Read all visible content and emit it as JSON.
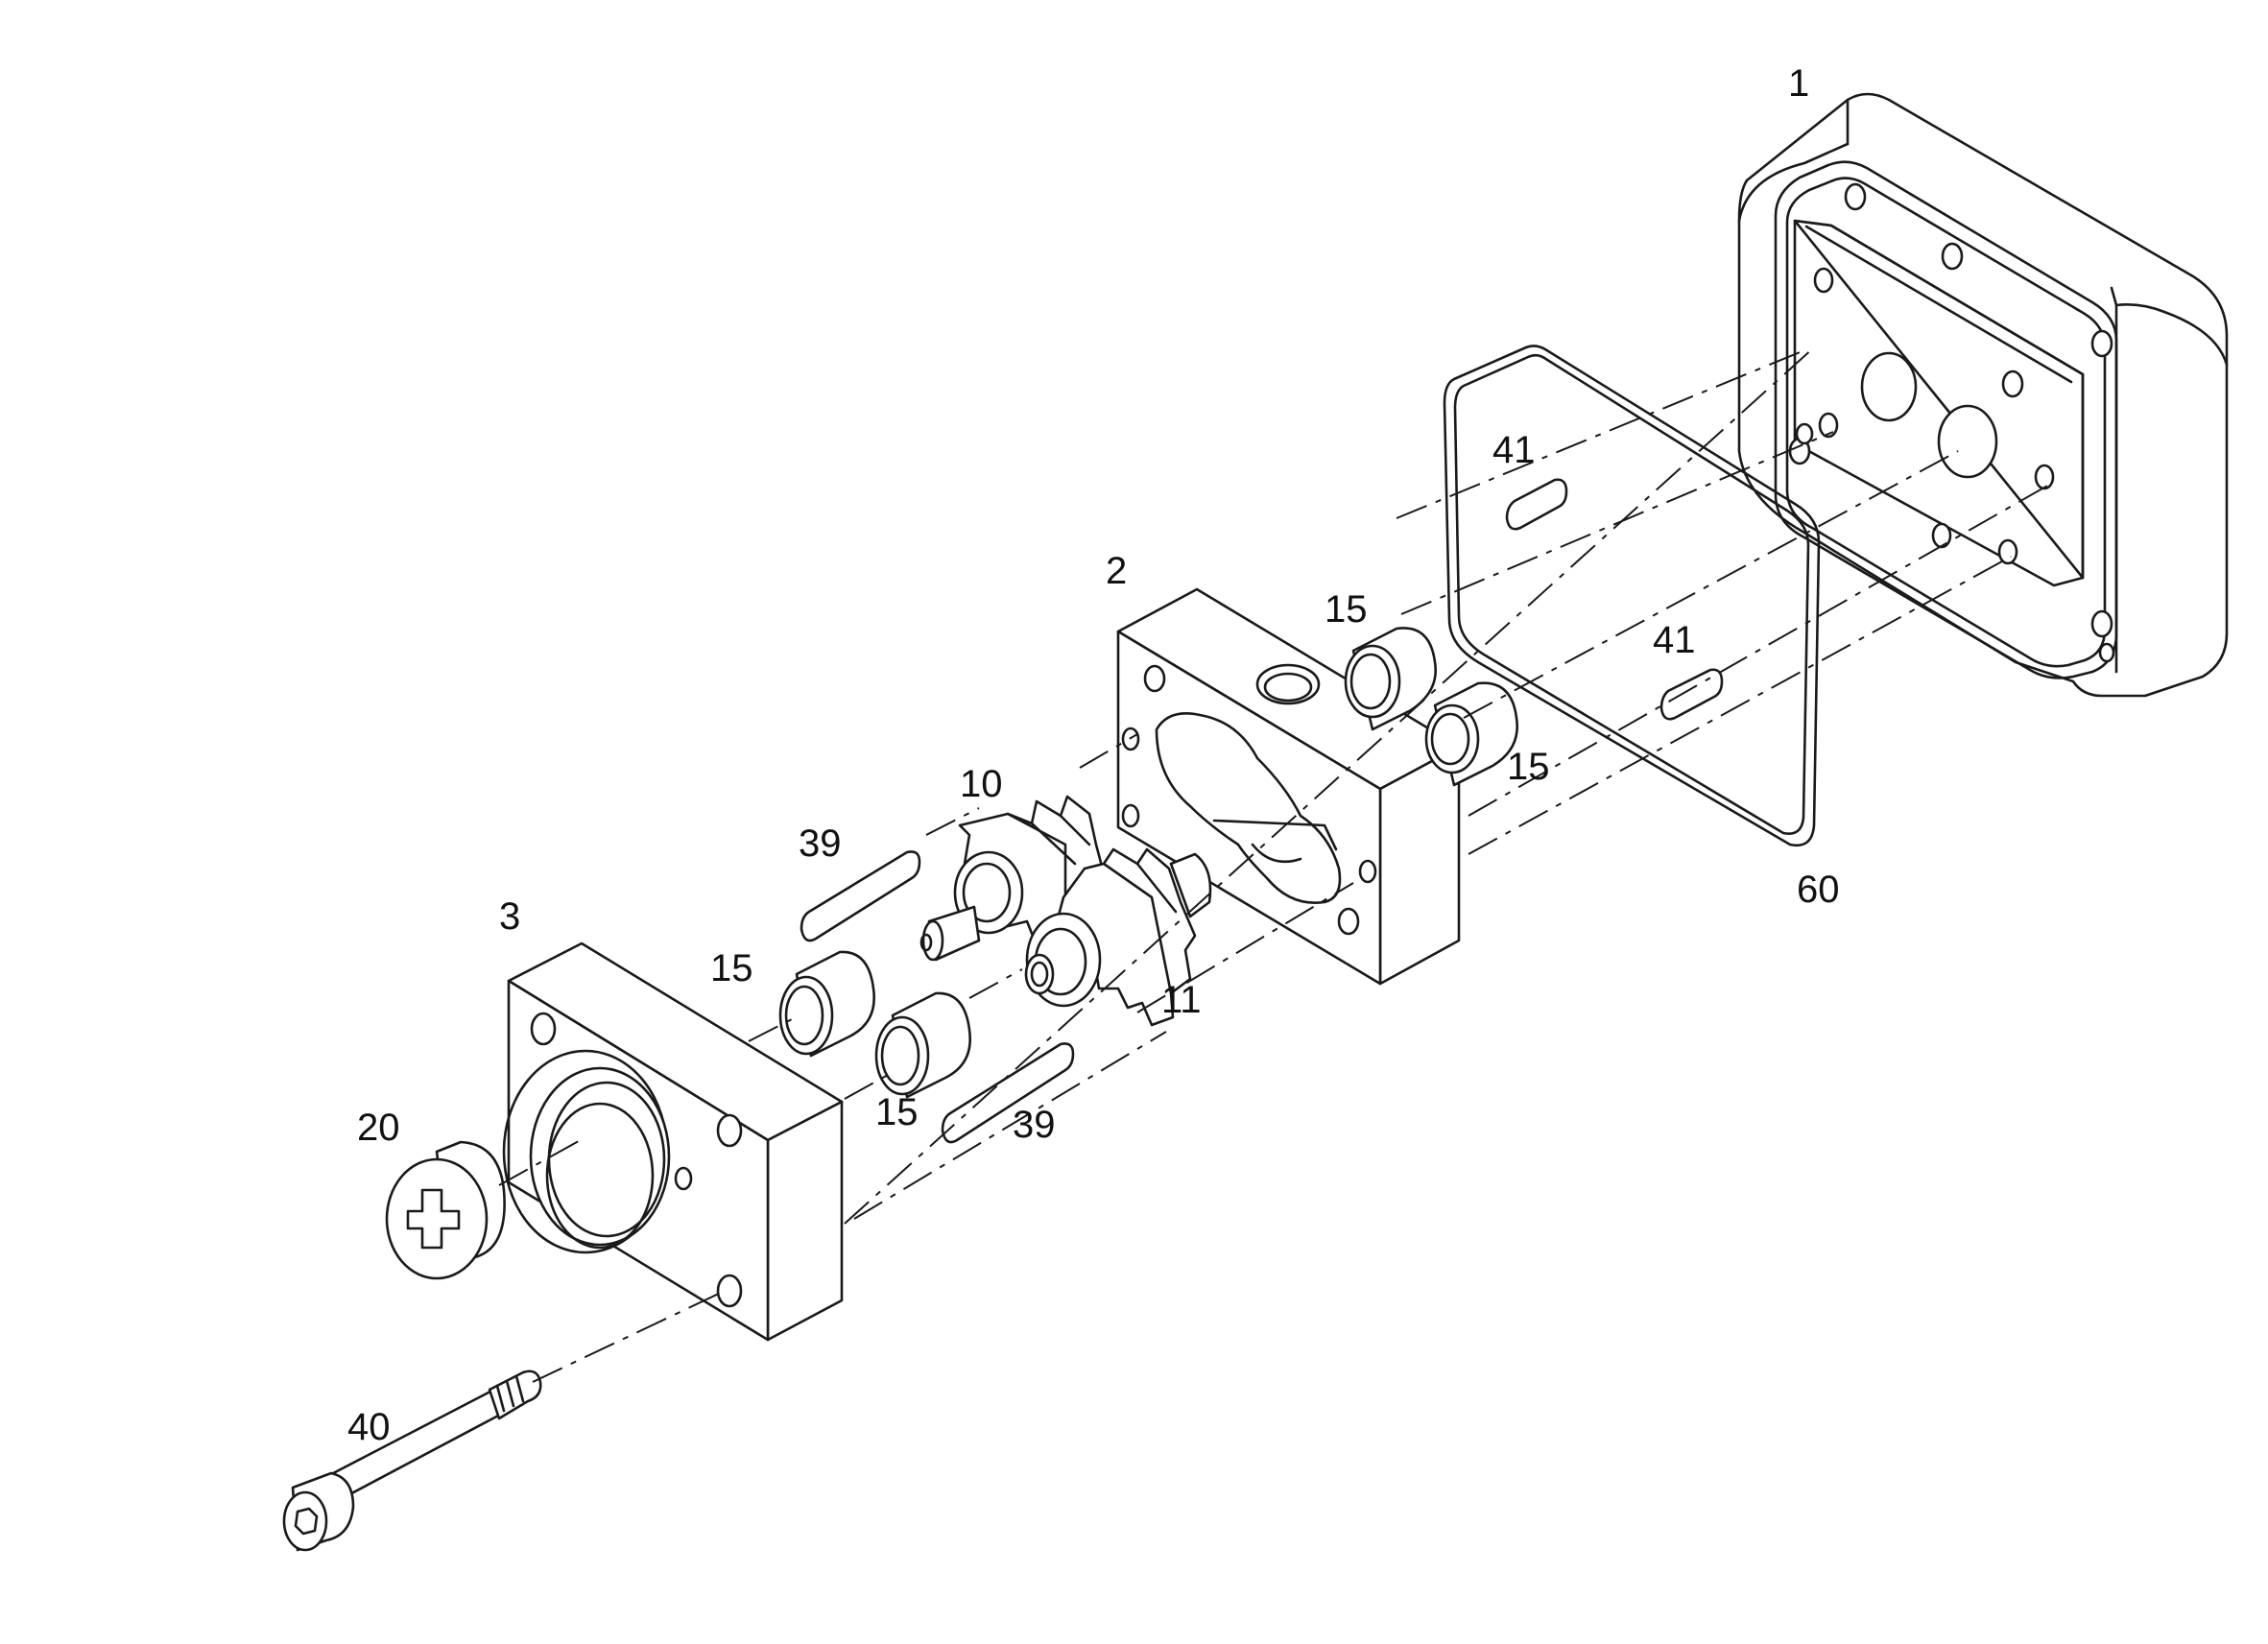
{
  "labels": {
    "part_1": "1",
    "part_2": "2",
    "part_3": "3",
    "part_10": "10",
    "part_11": "11",
    "part_15_a": "15",
    "part_15_b": "15",
    "part_15_c": "15",
    "part_15_d": "15",
    "part_20": "20",
    "part_39_a": "39",
    "part_39_b": "39",
    "part_40": "40",
    "part_41_a": "41",
    "part_41_b": "41",
    "part_60": "60"
  }
}
